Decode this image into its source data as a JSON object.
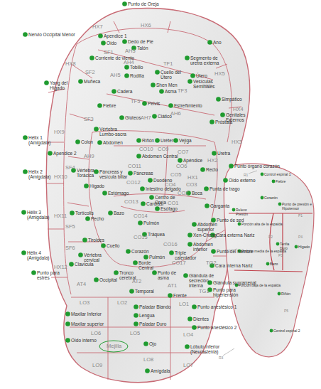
{
  "diagram": {
    "labels": [
      "Punto de Oreja",
      "HX7",
      "HX6",
      "Nervio Occipital Menor",
      "Apendice 1",
      "Oído",
      "Dedo de Pie",
      "Talón",
      "AH3",
      "Ano",
      "SF1",
      "Corriente de viento",
      "AH4",
      "Tobillo",
      "TF1",
      "Segmento de uretra externa",
      "HX5",
      "Útero",
      "Vesículas Seminales",
      "HX8",
      "SF2",
      "AH5",
      "Rodilla",
      "Cuello del Útero",
      "Muñeca",
      "Yang del Hígado",
      "Shen Men",
      "Asma",
      "TF3",
      "TF2",
      "Cadera",
      "Simpático",
      "HX4",
      "Genitales Externos",
      "TF5",
      "Pelvis",
      "Estreñimiento",
      "Fiebre",
      "AH6",
      "Ciático",
      "AH7",
      "Glúteos",
      "Próstata",
      "SF3",
      "Vértebra Lumbo-sacra",
      "HX9",
      "Hélix 1 (Amigdala)",
      "Colon",
      "Abdomen",
      "Riñón",
      "Uréter",
      "Vejiga",
      "HX3",
      "CO10",
      "CO9",
      "Uretra",
      "Apendice 2",
      "AH9",
      "Abdomen Central",
      "CO7",
      "Apéndice",
      "HX2",
      "Recto",
      "Punto órgano corazón",
      "SF4",
      "Vértebra Torácica",
      "Páncreas y vesícula biliar",
      "CO11",
      "Páncreas",
      "CO6",
      "Hélix 2 (Amigdala)",
      "HX10",
      "HX1",
      "Oído externo",
      "Duodeno",
      "CO5",
      "Hígado",
      "CO4",
      "CO12",
      "Intestino delgado",
      "Estómago",
      "CO3",
      "Punta de trago",
      "Centro de Oreja",
      "Boca",
      "CO2",
      "Cardias",
      "CO1",
      "Esófago",
      "Garganta",
      "CO13",
      "Hélix 3 (Amigdala)",
      "HX11",
      "Tortícolis",
      "Pecho",
      "Bazo",
      "CO14",
      "Pulmón",
      "Punto de sed",
      "Abdomen superior",
      "SF5",
      "Tiroides",
      "Cuello",
      "CO15",
      "Tráquea",
      "Xen-Cheng",
      "Cara externa Nariz",
      "CO16",
      "Abdomen inferior",
      "Hélix 4 (Amigdala)",
      "SF6",
      "Vértebra cervical",
      "Corazón",
      "Pulmón",
      "Triple calentador",
      "Punto del hambre",
      "CO17",
      "Clavícula",
      "HX12",
      "TG2",
      "Cara interna Nariz",
      "Borde Central",
      "Tronco cerebral",
      "Punto para estrés",
      "Occipital",
      "AT4",
      "AT2",
      "Punto de asma",
      "Glándula de secreción interna",
      "Glándula suprarrenal",
      "Punto para hipertensión",
      "AT1",
      "Temporal",
      "Frente",
      "TG1",
      "LO3",
      "LO2",
      "LO1",
      "Paladar Blando",
      "Punto anestésico 1",
      "Maxilar Inferior",
      "Lengua",
      "Dientes",
      "Maxilar superior",
      "Paladar Duro",
      "Punto anestésico 2",
      "LO6",
      "LO5",
      "LO4",
      "Oído interno",
      "Mejilla",
      "Ojo",
      "Lóbulo inferior (Neurastenia)",
      "LO9",
      "LO8",
      "LO7",
      "Amígdala",
      "R1",
      "Control espinal 1",
      "Fiebre",
      "Corazón",
      "Punto de presión e Hipotensor",
      "Relevo Presión",
      "P1",
      "Porción alta de la espalda",
      "P2",
      "Tenfia Duro",
      "P4",
      "Hígado",
      "R2",
      "Porción media de la espalda",
      "P3",
      "Bazo",
      "Porción baja de la espalda",
      "Riñón",
      "P5",
      "Control espinal 2",
      "R3"
    ]
  }
}
